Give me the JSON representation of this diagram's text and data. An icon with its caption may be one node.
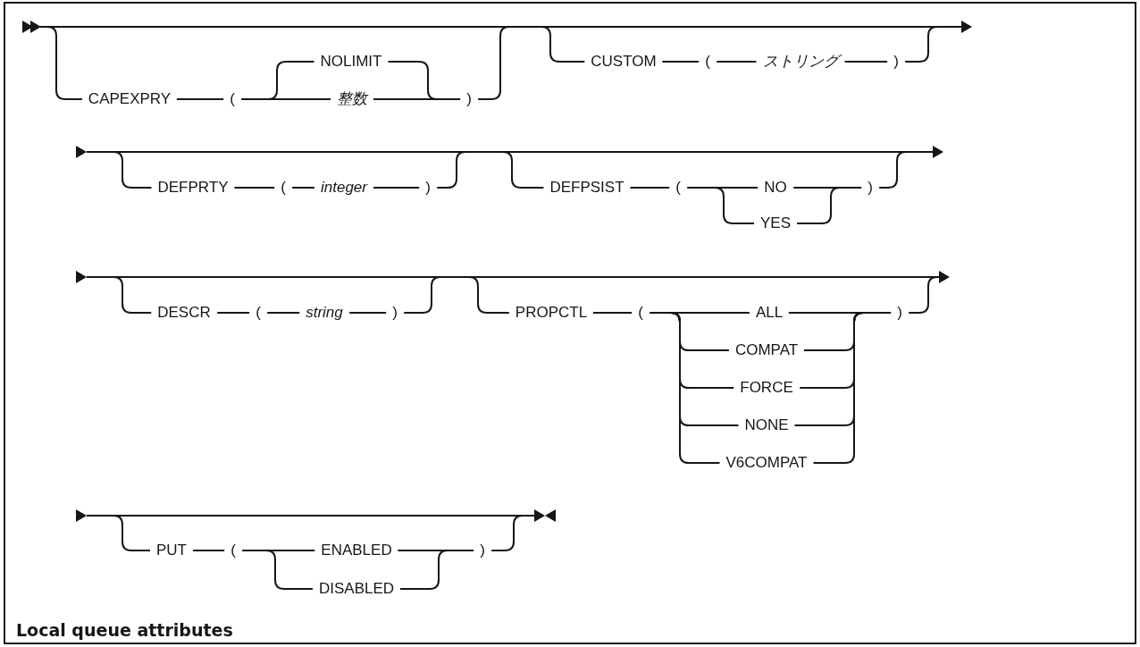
{
  "diagram": {
    "caption": "Local queue attributes",
    "labels": [
      "CAPEXPRY",
      "(",
      "NOLIMIT",
      "整数",
      ")",
      "CUSTOM",
      "(",
      "ストリング",
      ")",
      "DEFPRTY",
      "(",
      "integer",
      ")",
      "DEFPSIST",
      "(",
      "NO",
      "YES",
      ")",
      "DESCR",
      "(",
      "string",
      ")",
      "PROPCTL",
      "(",
      "ALL",
      "COMPAT",
      "FORCE",
      "NONE",
      "V6COMPAT",
      ")",
      "PUT",
      "(",
      "ENABLED",
      "DISABLED",
      ")"
    ]
  }
}
